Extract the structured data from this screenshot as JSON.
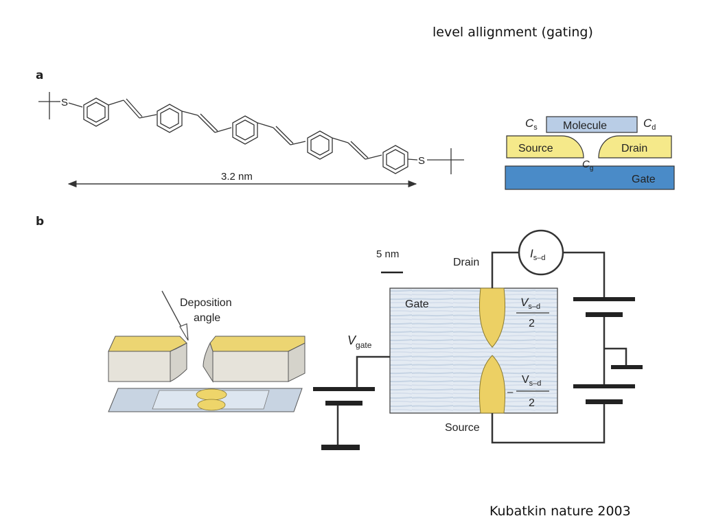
{
  "slide": {
    "title": "level allignment (gating)",
    "credit": "Kubatkin nature 2003"
  },
  "panel_a": {
    "letter": "a",
    "molecule": {
      "end_group": "S",
      "length_label": "3.2 nm"
    },
    "junction_schematic": {
      "cap_source": "C",
      "cap_source_sub": "s",
      "cap_drain": "C",
      "cap_drain_sub": "d",
      "cap_gate": "C",
      "cap_gate_sub": "g",
      "molecule_label": "Molecule",
      "source_label": "Source",
      "drain_label": "Drain",
      "gate_label": "Gate"
    }
  },
  "panel_b": {
    "letter": "b",
    "deposition": {
      "line1": "Deposition",
      "line2": "angle"
    },
    "circuit": {
      "scale_label": "5 nm",
      "drain_label": "Drain",
      "source_label": "Source",
      "gate_label": "Gate",
      "vgate_main": "V",
      "vgate_sub": "gate",
      "ammeter_main": "I",
      "ammeter_sub": "s–d",
      "vsd_main": "V",
      "vsd_sub": "s–d",
      "half_denominator": "2",
      "minus_sign": "–"
    }
  },
  "colors": {
    "gold": "#f0dc7a",
    "blue": "#4a8bc8",
    "lightblue": "#b9cde6",
    "line": "#333333"
  }
}
